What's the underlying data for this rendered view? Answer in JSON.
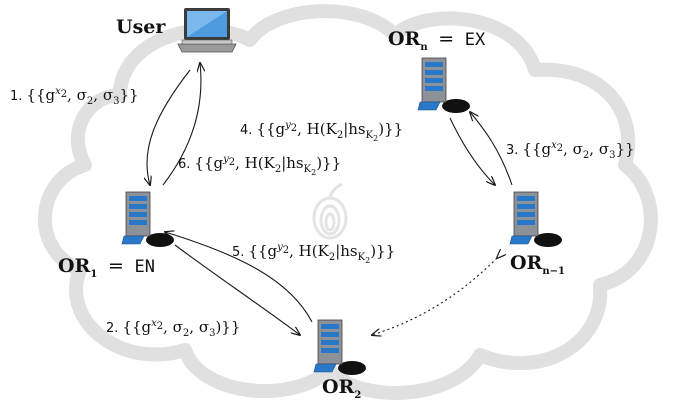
{
  "nodes": {
    "user": {
      "name": "User"
    },
    "or1": {
      "base": "OR",
      "sub": "1",
      "eq": "=",
      "role": "EN"
    },
    "or2": {
      "base": "OR",
      "sub": "2"
    },
    "orn": {
      "base": "OR",
      "sub": "n",
      "eq": "=",
      "role": "EX"
    },
    "orn1": {
      "base": "OR",
      "sub": "n−1"
    }
  },
  "messages": [
    {
      "step": "1.",
      "open": "{{g",
      "sup": "x",
      "supsub": "2",
      "rest": ", σ",
      "s1": "2",
      "mid": ", σ",
      "s2": "3",
      "close": "}}"
    },
    {
      "step": "2.",
      "open": "{{g",
      "sup": "x",
      "supsub": "2",
      "rest": ", σ",
      "s1": "2",
      "mid": ", σ",
      "s2": "3",
      "close": ")}}"
    },
    {
      "step": "3.",
      "open": "{{g",
      "sup": "x",
      "supsub": "2",
      "rest": ", σ",
      "s1": "2",
      "mid": ", σ",
      "s2": "3",
      "close": "}}"
    },
    {
      "step": "4.",
      "open": "{{g",
      "sup": "y",
      "supsub": "2",
      "rest": ", H(K",
      "s1": "2",
      "mid": "|hs",
      "s2": "K",
      "s2sub": "2",
      "close": ")}}"
    },
    {
      "step": "5.",
      "open": "{{g",
      "sup": "y",
      "supsub": "2",
      "rest": ", H(K",
      "s1": "2",
      "mid": "|hs",
      "s2": "K",
      "s2sub": "2",
      "close": ")}}"
    },
    {
      "step": "6.",
      "open": "{{g",
      "sup": "y",
      "supsub": "2",
      "rest": ", H(K",
      "s1": "2",
      "mid": "|hs",
      "s2": "K",
      "s2sub": "2",
      "close": ")}}"
    }
  ],
  "colors": {
    "cloud_outline": "#dcdcdc",
    "arrow": "#1a1a1a",
    "server_blue": "#2a78c8",
    "onion_watermark": "#e4e4e4"
  },
  "icons": [
    "laptop-icon",
    "server-icon",
    "onion-watermark-icon",
    "cloud-background"
  ]
}
